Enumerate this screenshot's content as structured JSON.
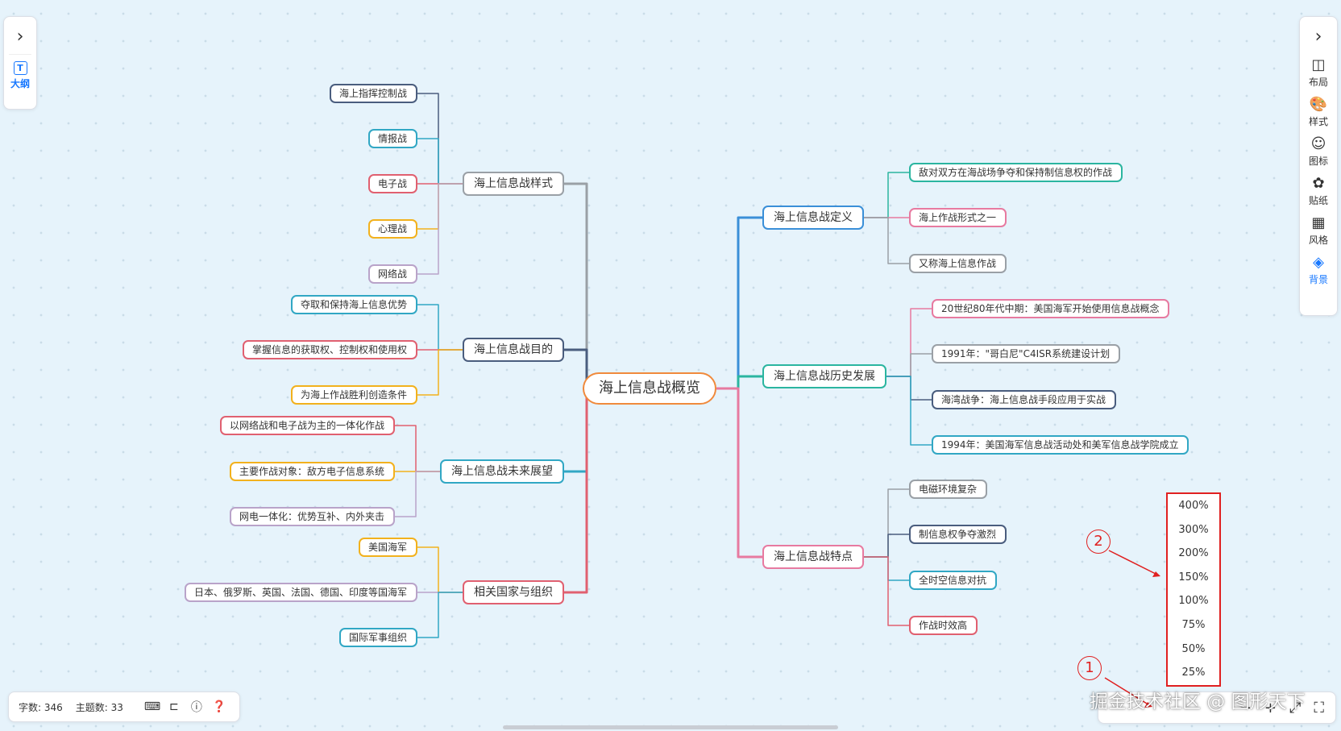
{
  "root": "海上信息战概览",
  "left": [
    {
      "title": "海上信息战样式",
      "color": "#9aa0a6",
      "children": [
        {
          "label": "海上指挥控制战",
          "color": "#4a5d7e"
        },
        {
          "label": "情报战",
          "color": "#31a7c4"
        },
        {
          "label": "电子战",
          "color": "#e06070"
        },
        {
          "label": "心理战",
          "color": "#f2b11d"
        },
        {
          "label": "网络战",
          "color": "#b9a3c9"
        }
      ]
    },
    {
      "title": "海上信息战目的",
      "color": "#4a5d7e",
      "children": [
        {
          "label": "夺取和保持海上信息优势",
          "color": "#31a7c4"
        },
        {
          "label": "掌握信息的获取权、控制权和使用权",
          "color": "#e06070"
        },
        {
          "label": "为海上作战胜利创造条件",
          "color": "#f2b11d"
        }
      ]
    },
    {
      "title": "海上信息战未来展望",
      "color": "#31a7c4",
      "children": [
        {
          "label": "以网络战和电子战为主的一体化作战",
          "color": "#e06070"
        },
        {
          "label": "主要作战对象：敌方电子信息系统",
          "color": "#f2b11d"
        },
        {
          "label": "网电一体化：优势互补、内外夹击",
          "color": "#b9a3c9"
        }
      ]
    },
    {
      "title": "相关国家与组织",
      "color": "#e06070",
      "children": [
        {
          "label": "美国海军",
          "color": "#f2b11d"
        },
        {
          "label": "日本、俄罗斯、英国、法国、德国、印度等国海军",
          "color": "#b9a3c9"
        },
        {
          "label": "国际军事组织",
          "color": "#31a7c4"
        }
      ]
    }
  ],
  "right": [
    {
      "title": "海上信息战定义",
      "color": "#3a8fd8",
      "children": [
        {
          "label": "敌对双方在海战场争夺和保持制信息权的作战",
          "color": "#2bb5a0"
        },
        {
          "label": "海上作战形式之一",
          "color": "#e77aa0"
        },
        {
          "label": "又称海上信息作战",
          "color": "#9aa0a6"
        }
      ]
    },
    {
      "title": "海上信息战历史发展",
      "color": "#2bb5a0",
      "children": [
        {
          "label": "20世纪80年代中期：美国海军开始使用信息战概念",
          "color": "#e77aa0"
        },
        {
          "label": "1991年：\"哥白尼\"C4ISR系统建设计划",
          "color": "#9aa0a6"
        },
        {
          "label": "海湾战争：海上信息战手段应用于实战",
          "color": "#4a5d7e"
        },
        {
          "label": "1994年：美国海军信息战活动处和美军信息战学院成立",
          "color": "#31a7c4"
        }
      ]
    },
    {
      "title": "海上信息战特点",
      "color": "#e77aa0",
      "children": [
        {
          "label": "电磁环境复杂",
          "color": "#9aa0a6"
        },
        {
          "label": "制信息权争夺激烈",
          "color": "#4a5d7e"
        },
        {
          "label": "全时空信息对抗",
          "color": "#31a7c4"
        },
        {
          "label": "作战时效高",
          "color": "#e06070"
        }
      ]
    }
  ],
  "rootColor": "#f08a3c",
  "leftPanel": {
    "outline_label": "大纲"
  },
  "rightPanel": [
    {
      "label": "布局",
      "icon": "layout-icon",
      "glyph": "◫"
    },
    {
      "label": "样式",
      "icon": "palette-icon",
      "glyph": "🎨"
    },
    {
      "label": "图标",
      "icon": "smile-icon",
      "glyph": "☺"
    },
    {
      "label": "贴纸",
      "icon": "flower-icon",
      "glyph": "✿"
    },
    {
      "label": "风格",
      "icon": "grid-icon",
      "glyph": "▦"
    },
    {
      "label": "背景",
      "icon": "layers-icon",
      "glyph": "◈"
    }
  ],
  "status": {
    "word_count": "字数: 346",
    "topic_count": "主题数: 33"
  },
  "zoom_options": [
    "400%",
    "300%",
    "200%",
    "150%",
    "100%",
    "75%",
    "50%",
    "25%"
  ],
  "annotations": [
    "1",
    "2"
  ],
  "watermark": "掘金技术社区 @ 图形天下"
}
